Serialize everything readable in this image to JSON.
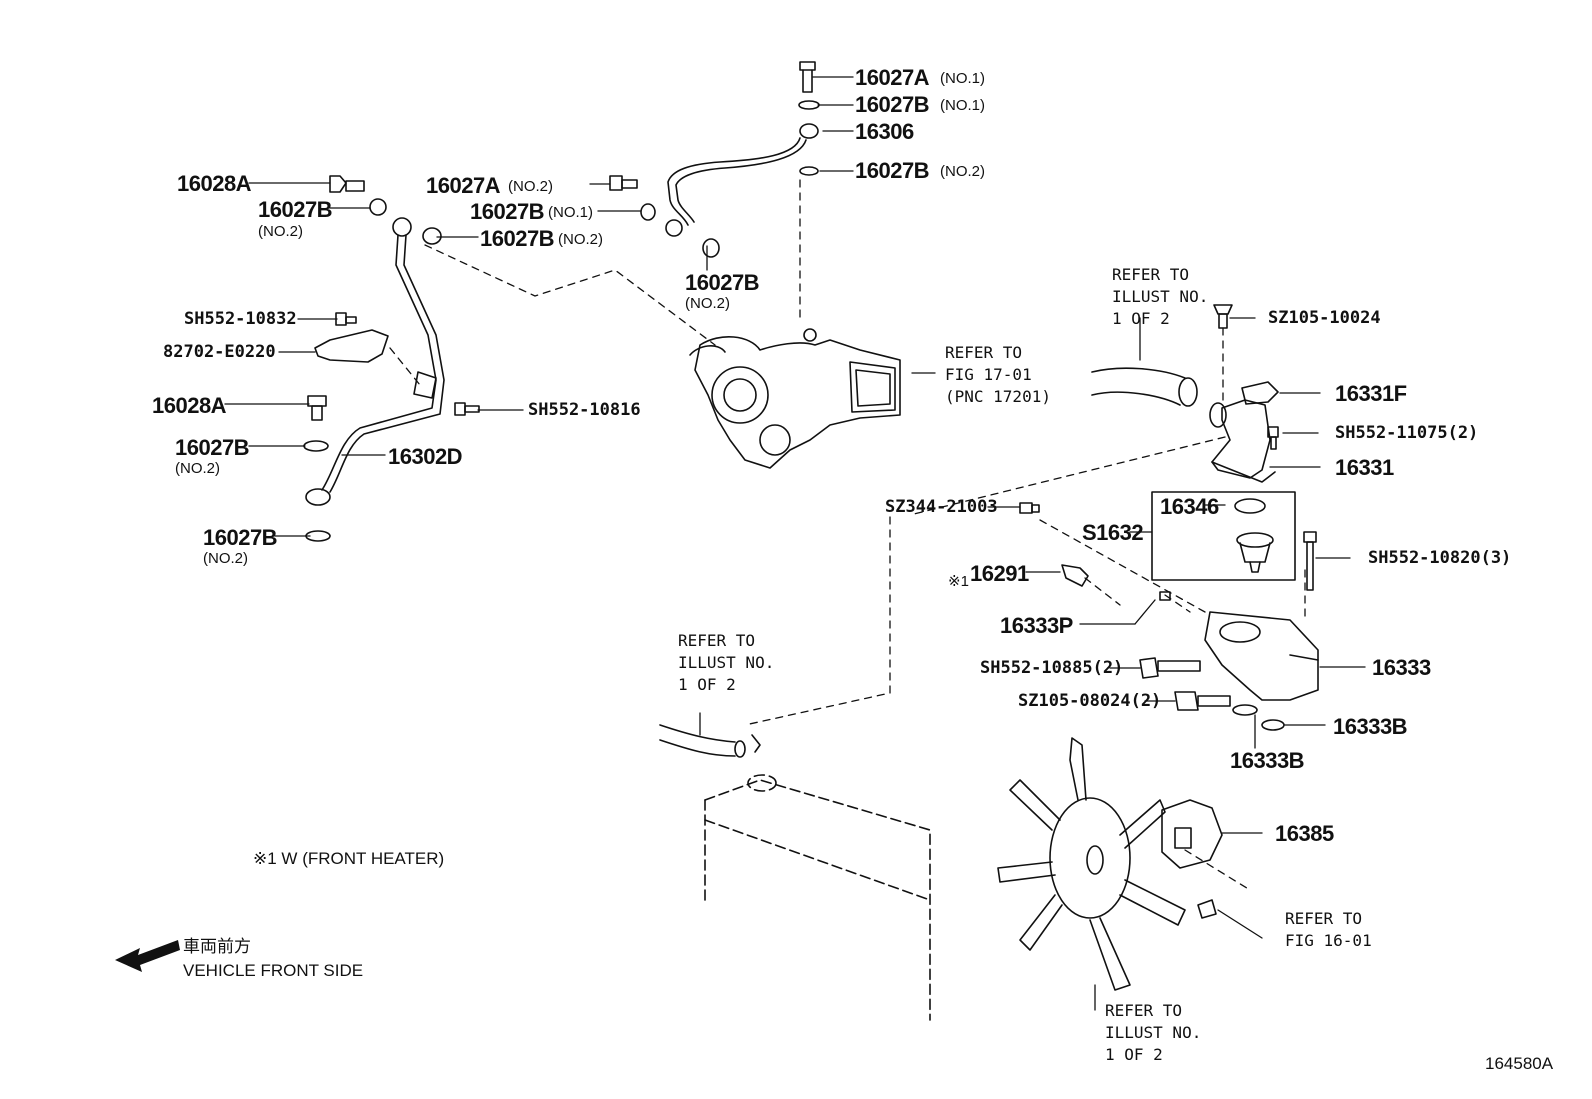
{
  "diagram_id": "164580A",
  "labels": {
    "p16027A_no1": "16027A",
    "p16027B_no1_top": "16027B",
    "p16306": "16306",
    "p16027B_no2_top": "16027B",
    "p16027A_no2": "16027A",
    "p16027B_no1_mid": "16027B",
    "p16027B_no2_mid": "16027B",
    "p16027B_no2_low": "16027B",
    "p16028A_top": "16028A",
    "p16027B_left1": "16027B",
    "sh552_10832": "SH552-10832",
    "p82702": "82702-E0220",
    "p16028A_mid": "16028A",
    "sh552_10816": "SH552-10816",
    "p16027B_left2": "16027B",
    "p16302D": "16302D",
    "p16027B_left3": "16027B",
    "sz105_10024": "SZ105-10024",
    "p16331F": "16331F",
    "sh552_11075": "SH552-11075(2)",
    "p16331": "16331",
    "sz344_21003": "SZ344-21003",
    "p16346": "16346",
    "s1632": "S1632",
    "sh552_10820": "SH552-10820(3)",
    "p16291": "16291",
    "note_mark": "※1",
    "p16333P": "16333P",
    "sh552_10885": "SH552-10885(2)",
    "p16333": "16333",
    "sz105_08024": "SZ105-08024(2)",
    "p16333B_right": "16333B",
    "p16333B_low": "16333B",
    "p16385": "16385"
  },
  "qualifiers": {
    "no1_a": "(NO.1)",
    "no1_b": "(NO.1)",
    "no2_a": "(NO.2)",
    "no2_b": "(NO.2)",
    "no1_c": "(NO.1)",
    "no2_c": "(NO.2)",
    "no2_d": "(NO.2)",
    "no2_e": "(NO.2)",
    "no2_f": "(NO.2)",
    "no2_g": "(NO.2)"
  },
  "refs": {
    "turbo_ref": "REFER TO\nFIG 17-01\n(PNC 17201)",
    "hose_ref_top": "REFER TO\nILLUST NO.\n1 OF 2",
    "hose_ref_left": "REFER TO\nILLUST NO.\n1 OF 2",
    "fan_ref_bottom": "REFER TO\nILLUST NO.\n1 OF 2",
    "fan_ref_fig": "REFER TO\nFIG 16-01"
  },
  "notes": {
    "front_heater": "※1 W (FRONT HEATER)",
    "vehicle_front_jp": "車両前方",
    "vehicle_front_en": "VEHICLE FRONT SIDE"
  },
  "icons": [
    "bolt-icon",
    "washer-icon",
    "turbocharger-icon",
    "fan-icon",
    "radiator-icon",
    "thermostat-icon",
    "arrow-left-icon"
  ]
}
